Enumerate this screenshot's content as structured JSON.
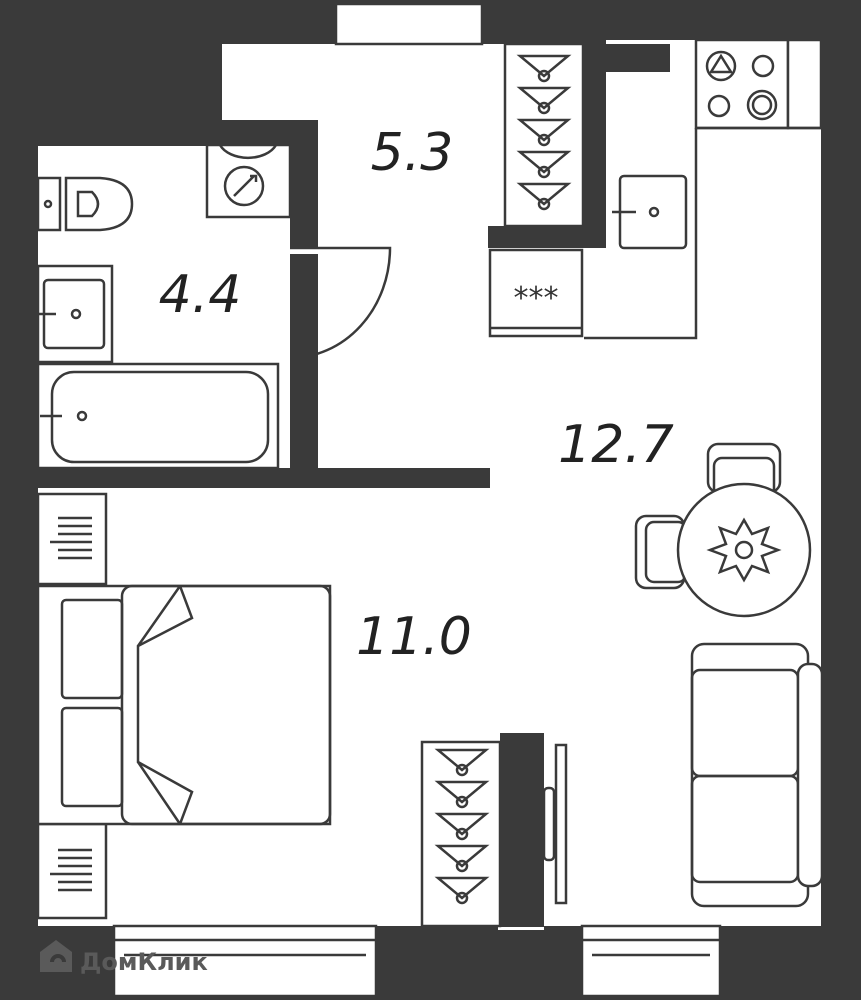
{
  "colors": {
    "wall": "#3a3a3a",
    "floor": "#ffffff",
    "line": "#3a3a3a",
    "watermark": "#5a5a5a"
  },
  "rooms": [
    {
      "id": "hallway",
      "area": "5.3"
    },
    {
      "id": "bathroom",
      "area": "4.4"
    },
    {
      "id": "kitchen-living",
      "area": "12.7"
    },
    {
      "id": "bedroom",
      "area": "11.0"
    }
  ],
  "fixtures": {
    "fridge_label": "***"
  },
  "watermark": {
    "text": "ДомКлик"
  },
  "icons": [
    "toilet-icon",
    "sink-icon",
    "bathtub-icon",
    "washing-machine-icon",
    "stove-icon",
    "kitchen-sink-icon",
    "fridge-icon",
    "wardrobe-icon",
    "bed-icon",
    "dining-table-icon",
    "chair-icon",
    "plant-icon",
    "sofa-icon",
    "radiator-icon",
    "nightstand-icon",
    "window-icon",
    "door-swing-icon",
    "home-logo-icon"
  ]
}
